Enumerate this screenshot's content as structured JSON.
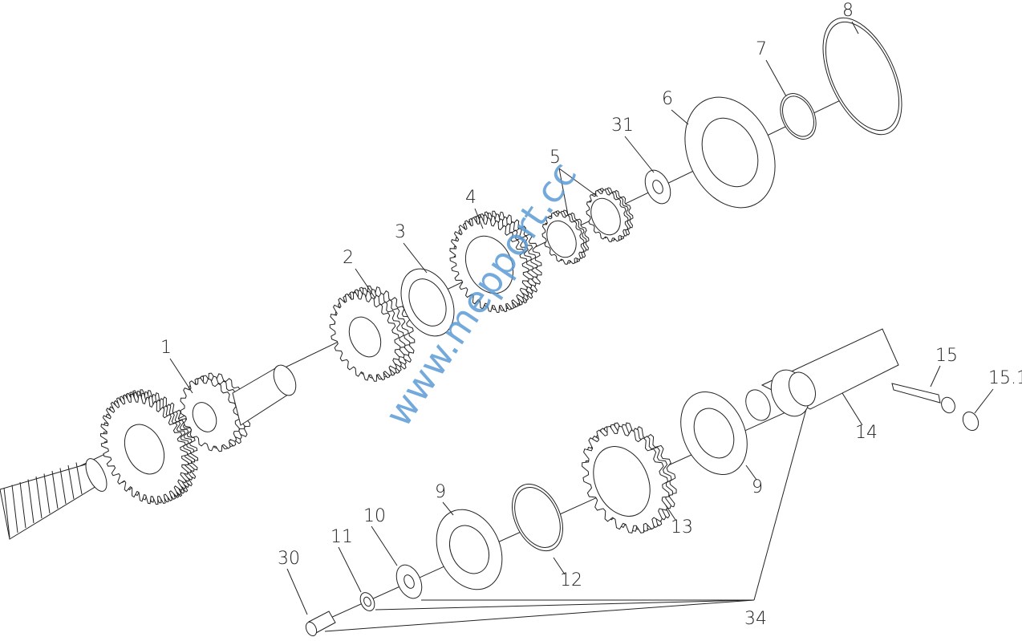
{
  "diagram": {
    "title": "Gearbox shaft assembly exploded view",
    "watermark": "www.mepport.cc",
    "callouts": [
      {
        "id": "1",
        "label": "1"
      },
      {
        "id": "2",
        "label": "2"
      },
      {
        "id": "3",
        "label": "3"
      },
      {
        "id": "4",
        "label": "4"
      },
      {
        "id": "5",
        "label": "5"
      },
      {
        "id": "31",
        "label": "31"
      },
      {
        "id": "6",
        "label": "6"
      },
      {
        "id": "7",
        "label": "7"
      },
      {
        "id": "8",
        "label": "8"
      },
      {
        "id": "15",
        "label": "15"
      },
      {
        "id": "15_1",
        "label": "15.1"
      },
      {
        "id": "14",
        "label": "14"
      },
      {
        "id": "9a",
        "label": "9"
      },
      {
        "id": "13",
        "label": "13"
      },
      {
        "id": "9b",
        "label": "9"
      },
      {
        "id": "12",
        "label": "12"
      },
      {
        "id": "10",
        "label": "10"
      },
      {
        "id": "11",
        "label": "11"
      },
      {
        "id": "30",
        "label": "30"
      },
      {
        "id": "34",
        "label": "34"
      }
    ]
  }
}
